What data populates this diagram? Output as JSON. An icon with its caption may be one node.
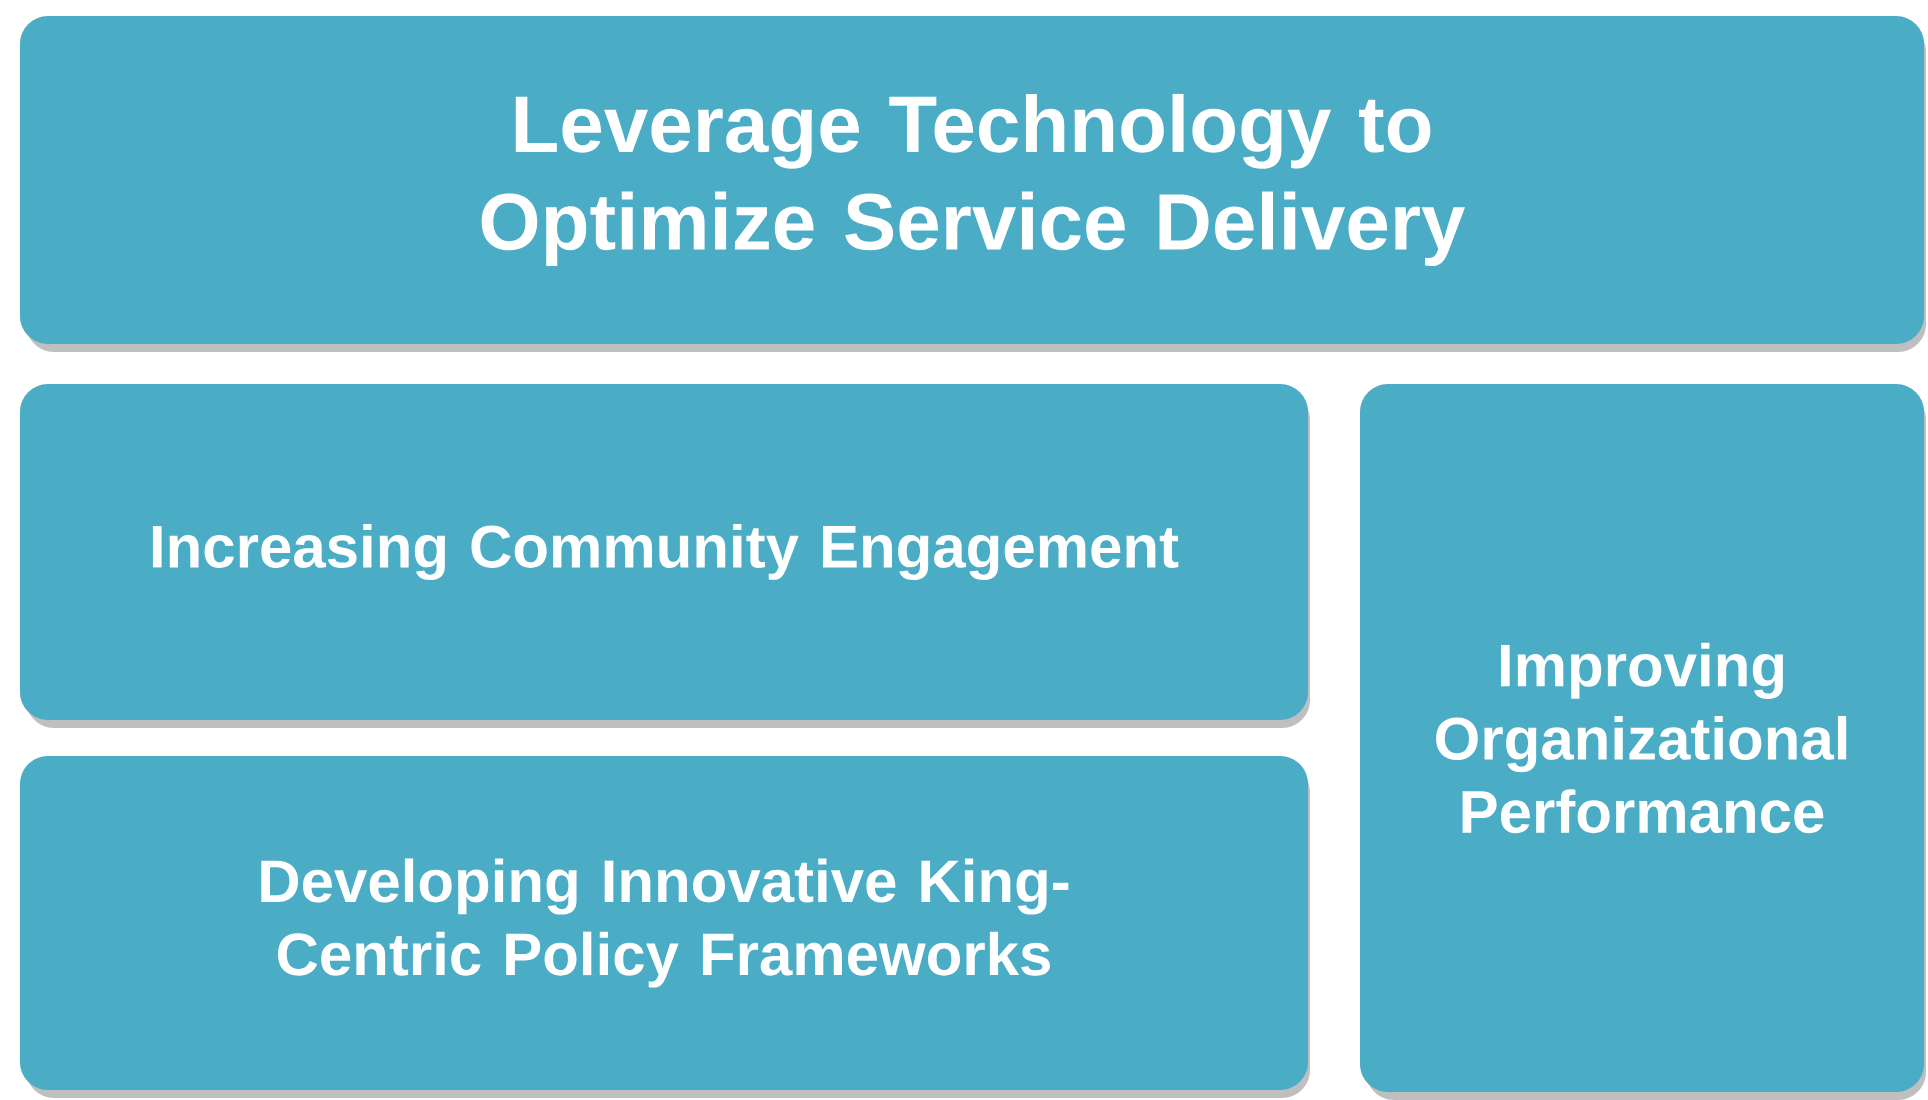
{
  "diagram": {
    "nodes": [
      {
        "text": [
          "Leverage Technology to Optimize Service Delivery"
        ]
      },
      {
        "text": [
          "Increasing Community Engagement"
        ]
      },
      {
        "text": [
          "Developing Innovative King-Centric Policy Frameworks"
        ]
      },
      {
        "text": [
          "Improving Organizational Performance"
        ]
      }
    ]
  }
}
